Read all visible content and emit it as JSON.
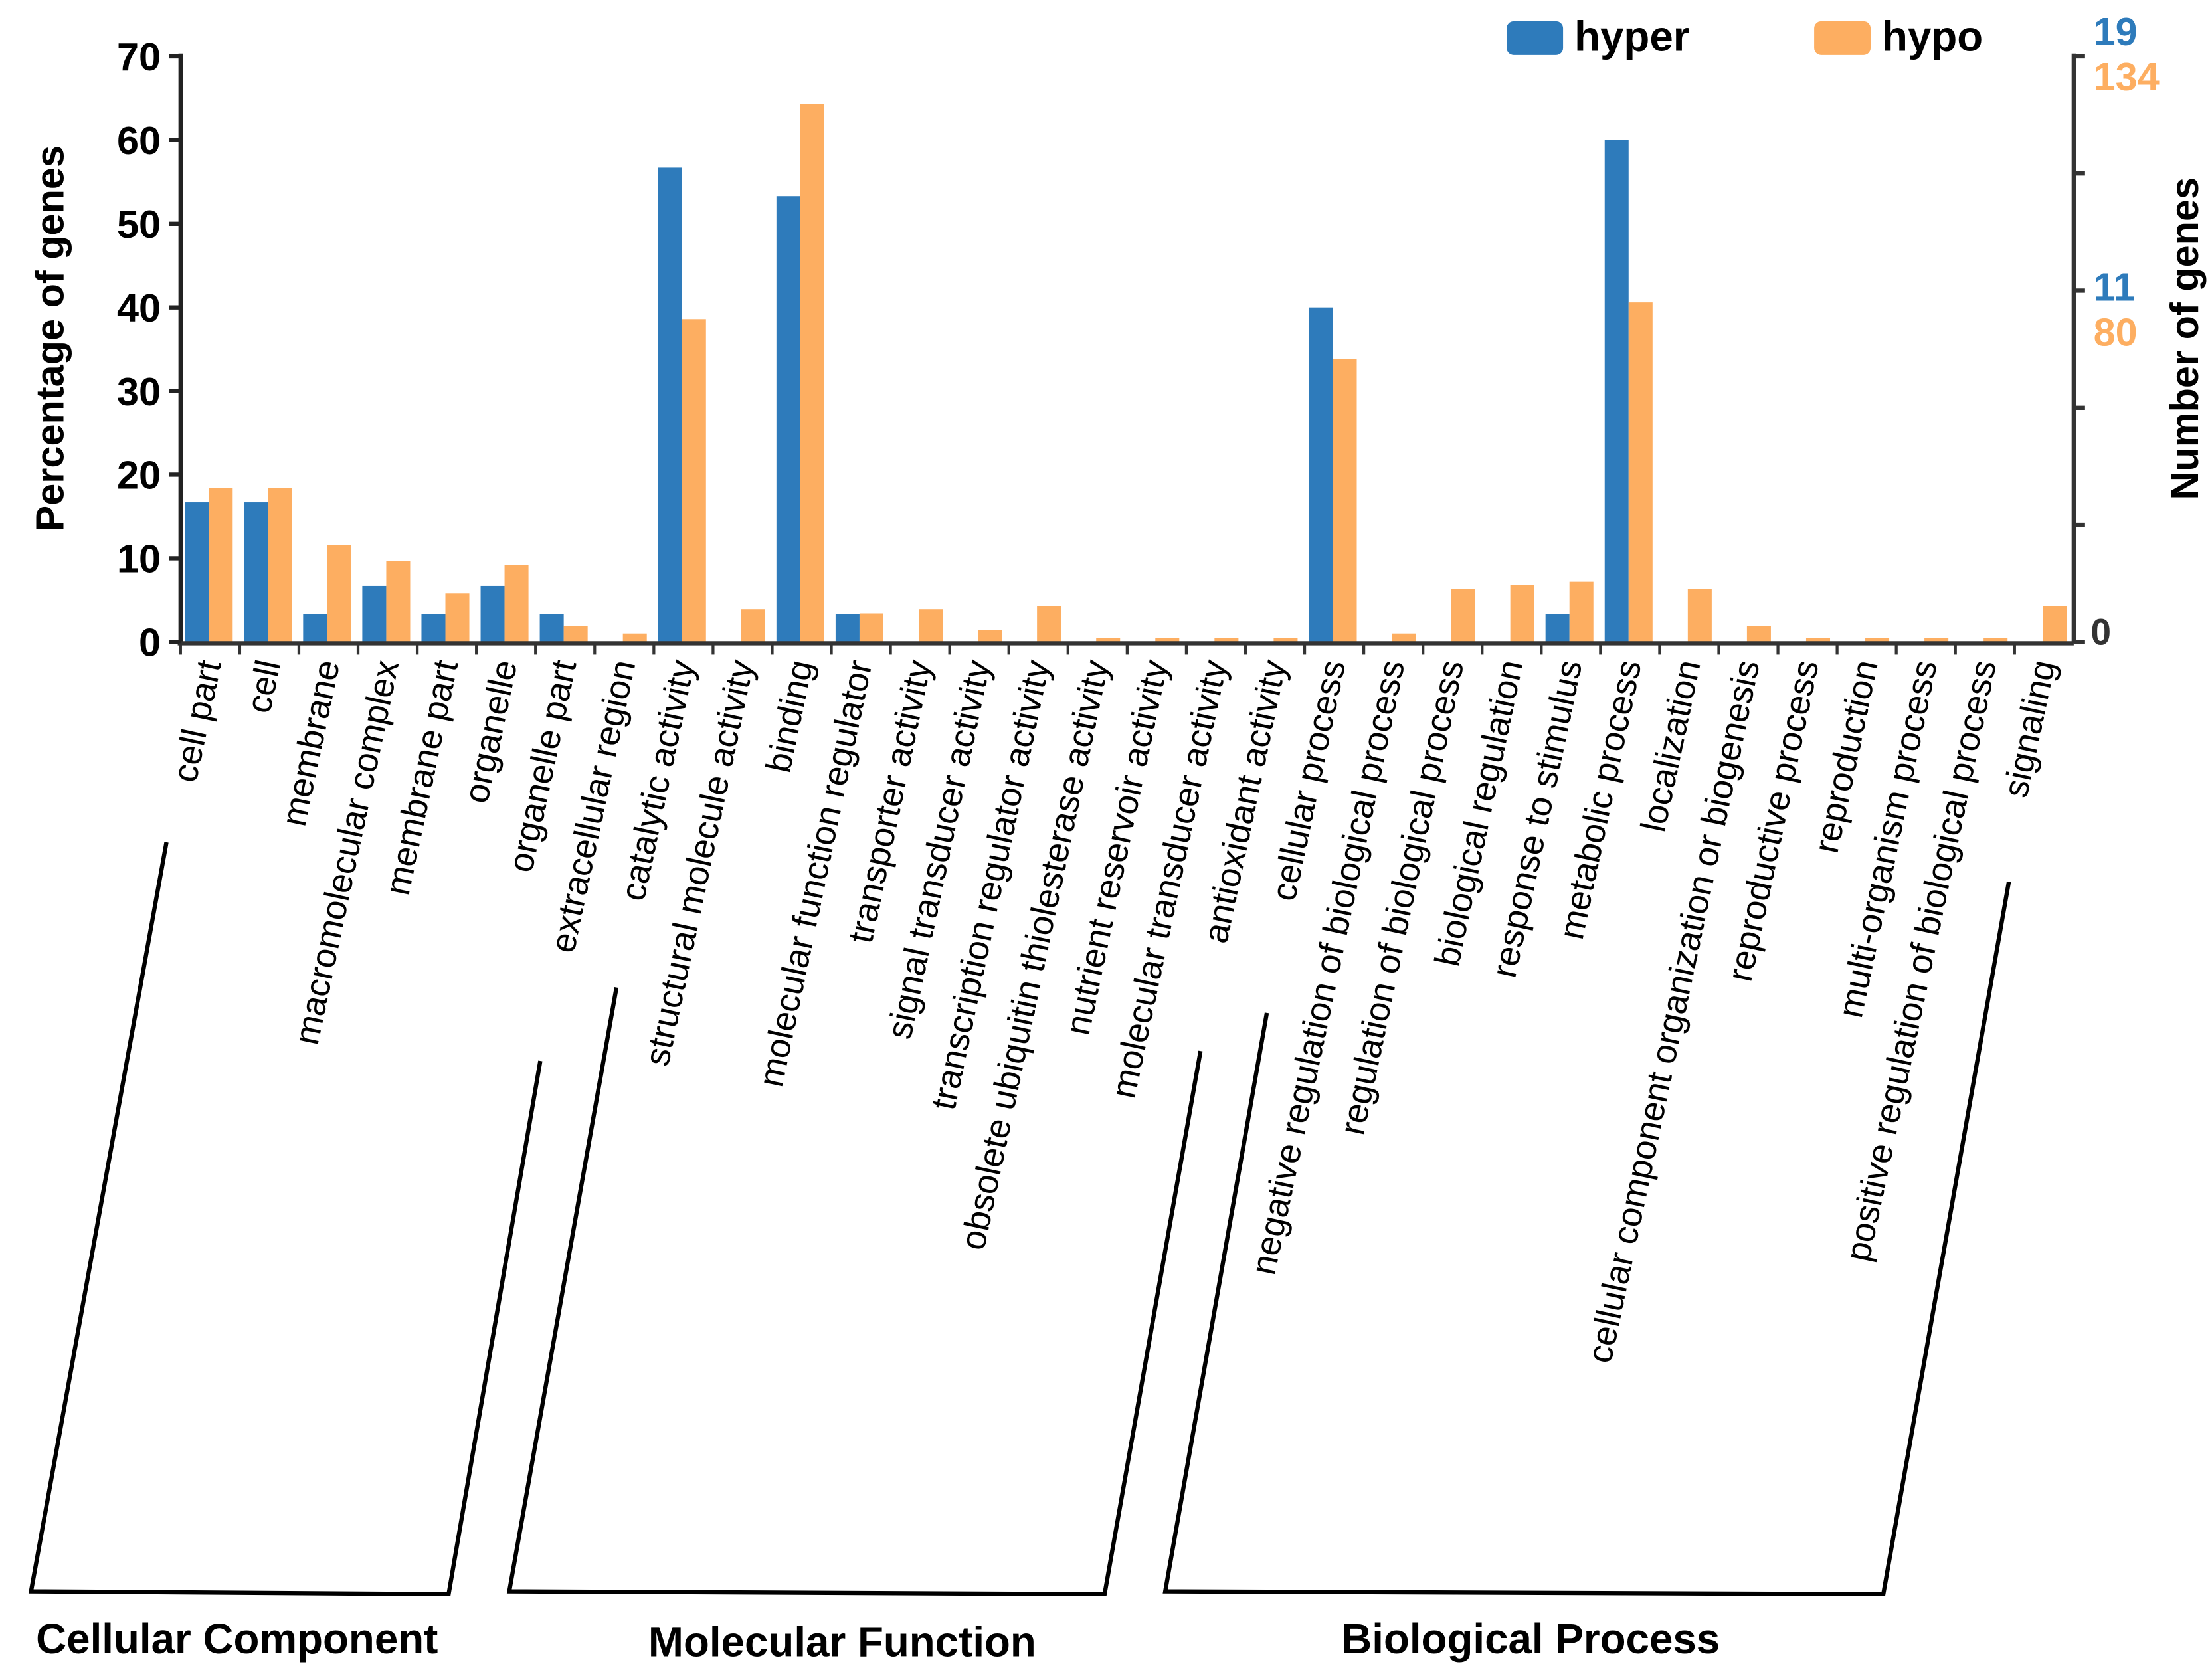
{
  "chart_data": {
    "type": "bar",
    "ylabel": "Percentage of genes",
    "y2label": "Number of genes",
    "ylim": [
      0,
      70
    ],
    "yticks": [
      0,
      10,
      20,
      30,
      40,
      50,
      60,
      70
    ],
    "y2_tick_labels": {
      "hyper": [
        "0",
        "11",
        "19"
      ],
      "hypo": [
        "0",
        "80",
        "134"
      ]
    },
    "legend_position": "top-right",
    "colors": {
      "hyper": "#2e7bbb",
      "hypo": "#fdae61"
    },
    "categories": [
      "cell part",
      "cell",
      "membrane",
      "macromolecular complex",
      "membrane part",
      "organelle",
      "organelle part",
      "extracellular region",
      "catalytic activity",
      "structural molecule activity",
      "binding",
      "molecular function regulator",
      "transporter activity",
      "signal transducer activity",
      "transcription regulator activity",
      "obsolete ubiquitin thiolesterase activity",
      "nutrient reservoir activity",
      "molecular transducer activity",
      "antioxidant activity",
      "cellular process",
      "negative regulation of biological process",
      "regulation of biological process",
      "biological regulation",
      "response to stimulus",
      "metabolic process",
      "localization",
      "cellular component organization or biogenesis",
      "reproductive process",
      "reproduction",
      "multi-organism process",
      "positive regulation of biological process",
      "signaling"
    ],
    "series": [
      {
        "name": "hyper",
        "values": [
          16.7,
          16.7,
          3.3,
          6.7,
          3.3,
          6.7,
          3.3,
          0,
          56.7,
          0,
          53.3,
          3.3,
          0,
          0,
          0,
          0,
          0,
          0,
          0,
          40.0,
          0,
          0,
          0,
          3.3,
          60.0,
          0,
          0,
          0,
          0,
          0,
          0,
          0
        ]
      },
      {
        "name": "hypo",
        "values": [
          18.4,
          18.4,
          11.6,
          9.7,
          5.8,
          9.2,
          1.9,
          1.0,
          38.6,
          3.9,
          64.3,
          3.4,
          3.9,
          1.4,
          4.3,
          0.5,
          0.5,
          0.5,
          0.5,
          33.8,
          1.0,
          6.3,
          6.8,
          7.2,
          40.6,
          6.3,
          1.9,
          0.5,
          0.5,
          0.5,
          0.5,
          4.3
        ]
      }
    ],
    "groups": [
      {
        "label": "Cellular Component",
        "range": [
          0,
          7
        ]
      },
      {
        "label": "Molecular Function",
        "range": [
          8,
          18
        ]
      },
      {
        "label": "Biological Process",
        "range": [
          19,
          31
        ]
      }
    ]
  }
}
